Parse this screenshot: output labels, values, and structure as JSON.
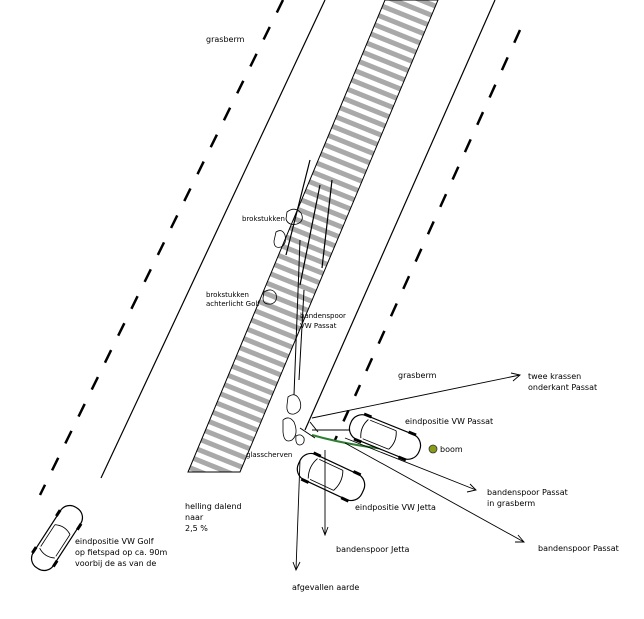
{
  "labels": {
    "grasberm_top": "grasberm",
    "grasberm_right": "grasberm",
    "brokstukken": "brokstukken",
    "brokstukken_achterlicht_1": "brokstukken",
    "brokstukken_achterlicht_2": "achterlicht Golf",
    "bandenspoor_passat_road_1": "bandenspoor",
    "bandenspoor_passat_road_2": "VW Passat",
    "twee_krassen_1": "twee krassen",
    "twee_krassen_2": "onderkant Passat",
    "eindpositie_passat": "eindpositie VW Passat",
    "boom": "boom",
    "glasscherven": "glasscherven",
    "helling_1": "helling dalend",
    "helling_2": "naar",
    "helling_3": "2,5 %",
    "eindpositie_jetta": "eindpositie VW Jetta",
    "bandenspoor_passat_berm_1": "bandenspoor Passat",
    "bandenspoor_passat_berm_2": "in grasberm",
    "bandenspoor_passat_right": "bandenspoor Passat",
    "bandenspoor_jetta": "bandenspoor Jetta",
    "afgevallen_aarde": "afgevallen aarde",
    "golf_1": "eindpositie VW Golf",
    "golf_2": "op fietspad op ca. 90m",
    "golf_3": "voorbij de as van de"
  },
  "colors": {
    "line": "#000000",
    "stripe": "#a9a9a9",
    "track_green": "#2e7d32",
    "tree_fill": "#8a9a1a",
    "car_body": "#ffffff"
  }
}
